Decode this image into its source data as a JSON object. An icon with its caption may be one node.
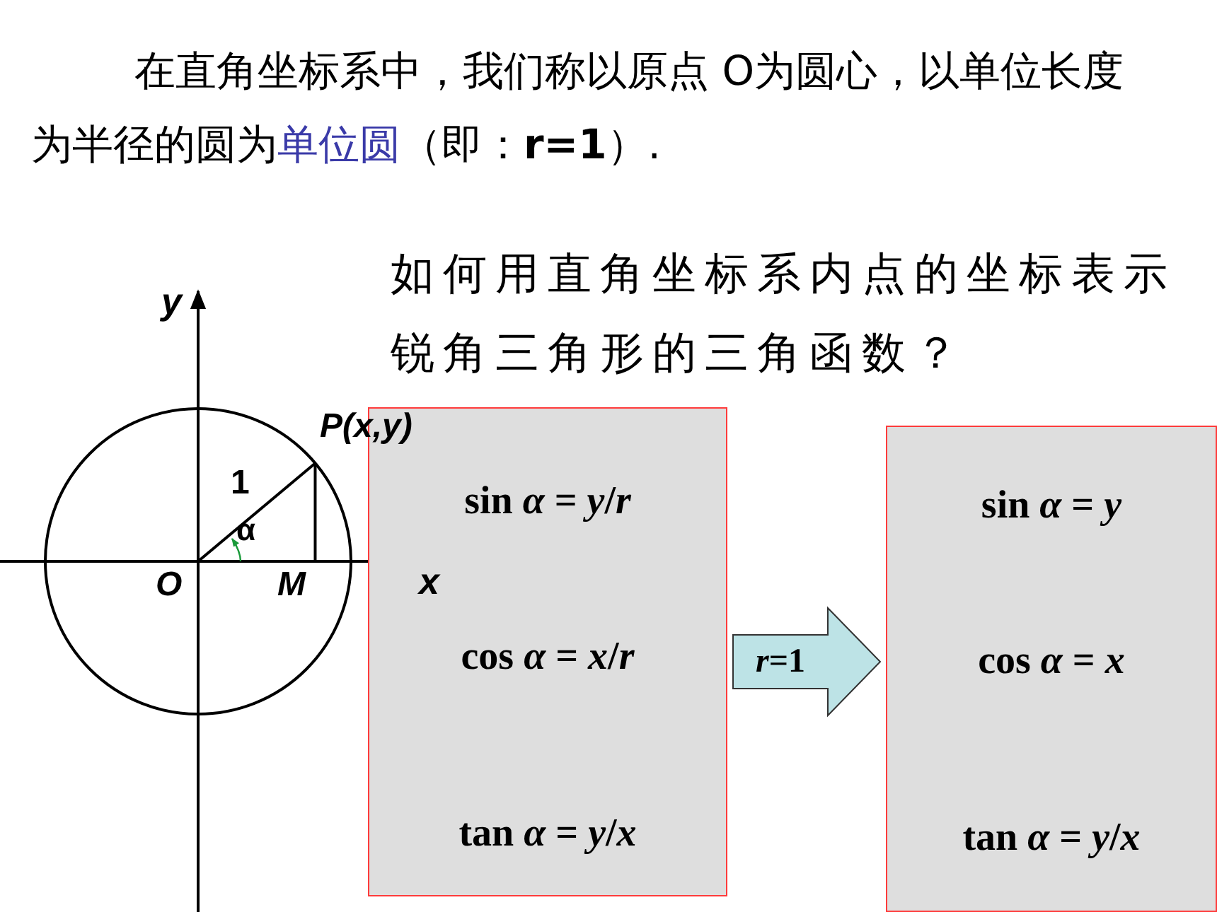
{
  "diagram": {
    "nodes": [
      {
        "text": [
          "sin *α* = *y*/*r*",
          "cos *α* = *x*/*r*",
          "tan *α* = *y*/*x*"
        ]
      },
      {
        "text": [
          "sin *α* = *y*",
          "cos *α* = *x*",
          "tan *α* = *y*/*x*"
        ]
      }
    ],
    "edges": [
      {
        "from": 0,
        "to": 1,
        "arrow": "to",
        "label": "*r*=1",
        "style": "thick"
      }
    ],
    "labels": [
      "在直角坐标系中，我们称以原点 O为圆心，以单位长度为半径的圆为",
      "单位圆",
      "（即：**r=1**）.",
      "如何用直角坐标系内点的坐标表示锐角三角形的三角函数？",
      "y",
      "P(x,y)",
      "1",
      "α",
      "O",
      "M",
      "x"
    ]
  }
}
